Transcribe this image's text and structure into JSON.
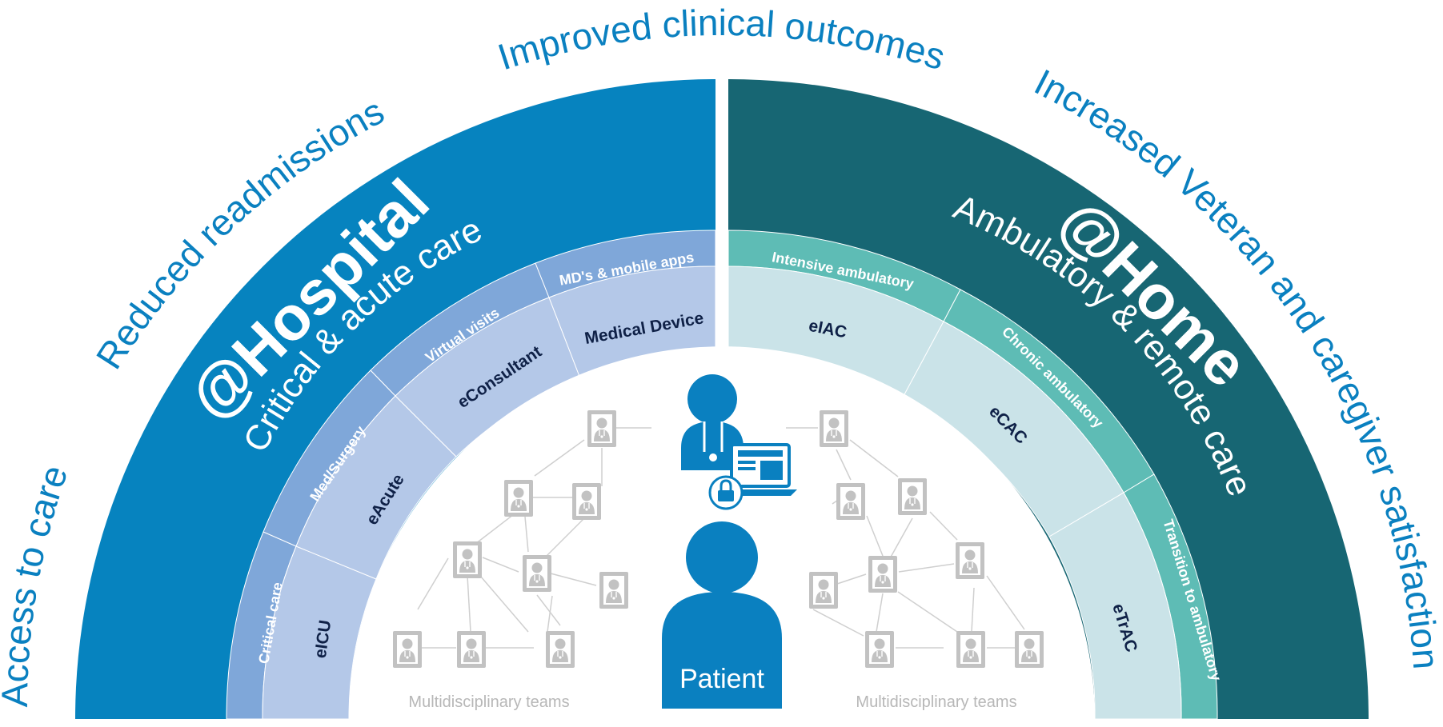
{
  "outcomes": {
    "access": "Access to care",
    "readmissions": "Reduced readmissions",
    "clinical": "Improved clinical outcomes",
    "satisfaction": "Increased Veteran and caregiver satisfaction"
  },
  "hospital": {
    "title": "@Hospital",
    "subtitle": "Critical & acute care",
    "segments": [
      {
        "care": "Critical  care",
        "program": "eICU"
      },
      {
        "care": "Med/Surgery",
        "program": "eAcute"
      },
      {
        "care": "Virtual visits",
        "program": "eConsultant"
      },
      {
        "care": "MD's & mobile apps",
        "program": "Medical Device"
      }
    ]
  },
  "home": {
    "title": "@Home",
    "subtitle": "Ambulatory & remote care",
    "segments": [
      {
        "care": "Intensive ambulatory",
        "program": "eIAC"
      },
      {
        "care": "Chronic ambulatory",
        "program": "eCAC"
      },
      {
        "care": "Transition to ambulatory",
        "program": "eTrAC"
      }
    ]
  },
  "center": {
    "patient_label": "Patient",
    "teams_left": "Multidisciplinary teams",
    "teams_right": "Multidisciplinary teams"
  },
  "icons": [
    "clinician-icon",
    "laptop-icon",
    "lock-icon",
    "patient-icon",
    "team-member-icon"
  ],
  "colors": {
    "hospital_outer": "#0683bf",
    "home_outer": "#176673",
    "hospital_band_care": "#7fa7d9",
    "hospital_band_program": "#b4c8e8",
    "home_band_care": "#5ebcb5",
    "home_band_program": "#cae3e8",
    "outcome_text": "#0a80c0",
    "patient": "#0a80c0",
    "dark_label": "#0f2147",
    "team_icon": "#c2c2c2"
  }
}
